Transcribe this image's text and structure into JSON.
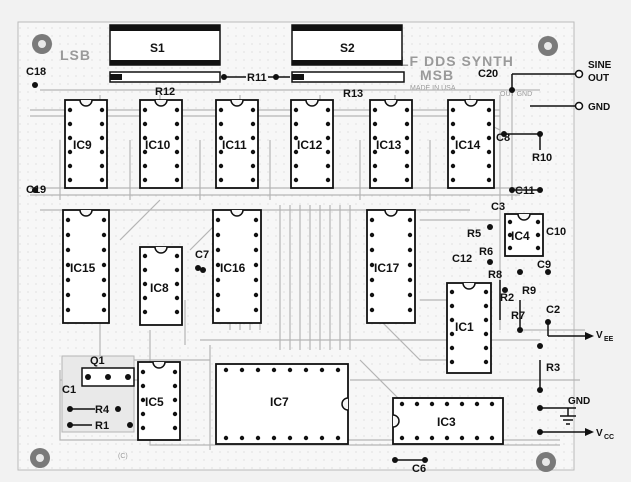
{
  "title_ghost": {
    "left": "LF DDS SYNTH",
    "left_b": "MSB",
    "right_b": "LSB",
    "made_in": "MADE IN USA",
    "out_gnd": "OUT GND",
    "bottom": "(C)"
  },
  "switches": [
    {
      "id": "s1",
      "label": "S1"
    },
    {
      "id": "s2",
      "label": "S2"
    }
  ],
  "ics": [
    {
      "id": "ic9",
      "label": "IC9"
    },
    {
      "id": "ic10",
      "label": "IC10"
    },
    {
      "id": "ic11",
      "label": "IC11"
    },
    {
      "id": "ic12",
      "label": "IC12"
    },
    {
      "id": "ic13",
      "label": "IC13"
    },
    {
      "id": "ic14",
      "label": "IC14"
    },
    {
      "id": "ic15",
      "label": "IC15"
    },
    {
      "id": "ic8",
      "label": "IC8"
    },
    {
      "id": "ic16",
      "label": "IC16"
    },
    {
      "id": "ic17",
      "label": "IC17"
    },
    {
      "id": "ic4",
      "label": "IC4"
    },
    {
      "id": "ic1",
      "label": "IC1"
    },
    {
      "id": "ic5",
      "label": "IC5"
    },
    {
      "id": "ic7",
      "label": "IC7"
    },
    {
      "id": "ic3",
      "label": "IC3"
    }
  ],
  "components": [
    {
      "id": "c18",
      "label": "C18"
    },
    {
      "id": "c19",
      "label": "C19"
    },
    {
      "id": "c20",
      "label": "C20"
    },
    {
      "id": "r11",
      "label": "R11"
    },
    {
      "id": "r12",
      "label": "R12"
    },
    {
      "id": "r13",
      "label": "R13"
    },
    {
      "id": "c8",
      "label": "C8"
    },
    {
      "id": "r10",
      "label": "R10"
    },
    {
      "id": "c11",
      "label": "C11"
    },
    {
      "id": "c3",
      "label": "C3"
    },
    {
      "id": "r5",
      "label": "R5"
    },
    {
      "id": "r6",
      "label": "R6"
    },
    {
      "id": "c10",
      "label": "C10"
    },
    {
      "id": "c12",
      "label": "C12"
    },
    {
      "id": "r8",
      "label": "R8"
    },
    {
      "id": "c9",
      "label": "C9"
    },
    {
      "id": "r9",
      "label": "R9"
    },
    {
      "id": "r2",
      "label": "R2"
    },
    {
      "id": "r7",
      "label": "R7"
    },
    {
      "id": "c2",
      "label": "C2"
    },
    {
      "id": "c7",
      "label": "C7"
    },
    {
      "id": "q1",
      "label": "Q1"
    },
    {
      "id": "c1",
      "label": "C1"
    },
    {
      "id": "r4",
      "label": "R4"
    },
    {
      "id": "r1",
      "label": "R1"
    },
    {
      "id": "r3",
      "label": "R3"
    },
    {
      "id": "c6",
      "label": "C6"
    }
  ],
  "external": {
    "sine": "SINE",
    "out": "OUT",
    "gnd_top": "GND",
    "vee_v": "V",
    "vee_sub": "EE",
    "gnd_bottom": "GND",
    "vcc_v": "V",
    "vcc_sub": "CC"
  }
}
